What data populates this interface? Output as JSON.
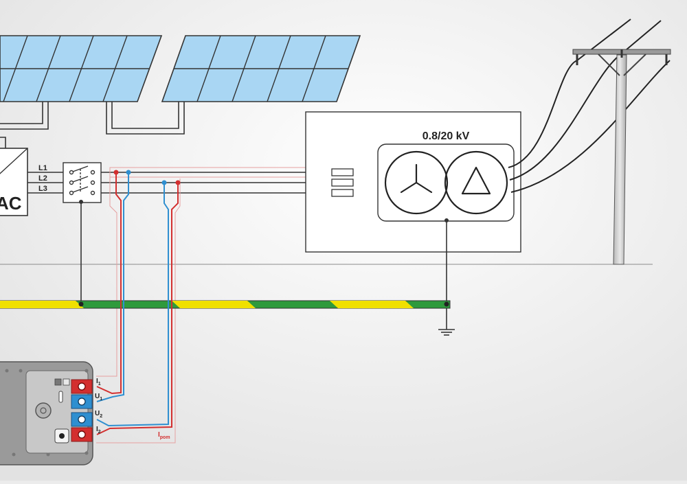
{
  "diagram": {
    "inverter": {
      "label": "AC"
    },
    "phases": {
      "l1": "L1",
      "l2": "L2",
      "l3": "L3"
    },
    "transformer": {
      "rating": "0.8/20 kV"
    },
    "meter": {
      "i1_main": "I",
      "i1_sub": "1",
      "u1_main": "U",
      "u1_sub": "1",
      "u2_main": "U",
      "u2_sub": "2",
      "i2_main": "I",
      "i2_sub": "2",
      "ipom_main": "I",
      "ipom_sub": "pom"
    },
    "colors": {
      "background": "#ececec",
      "panel_fill": "#a9d6f3",
      "wire": "#333333",
      "probe_red": "#d32f2f",
      "probe_blue": "#2f8fd0",
      "earth_green": "#2e9a3c",
      "earth_yellow": "#f0e000",
      "meter_body": "#9a9a9a"
    }
  }
}
